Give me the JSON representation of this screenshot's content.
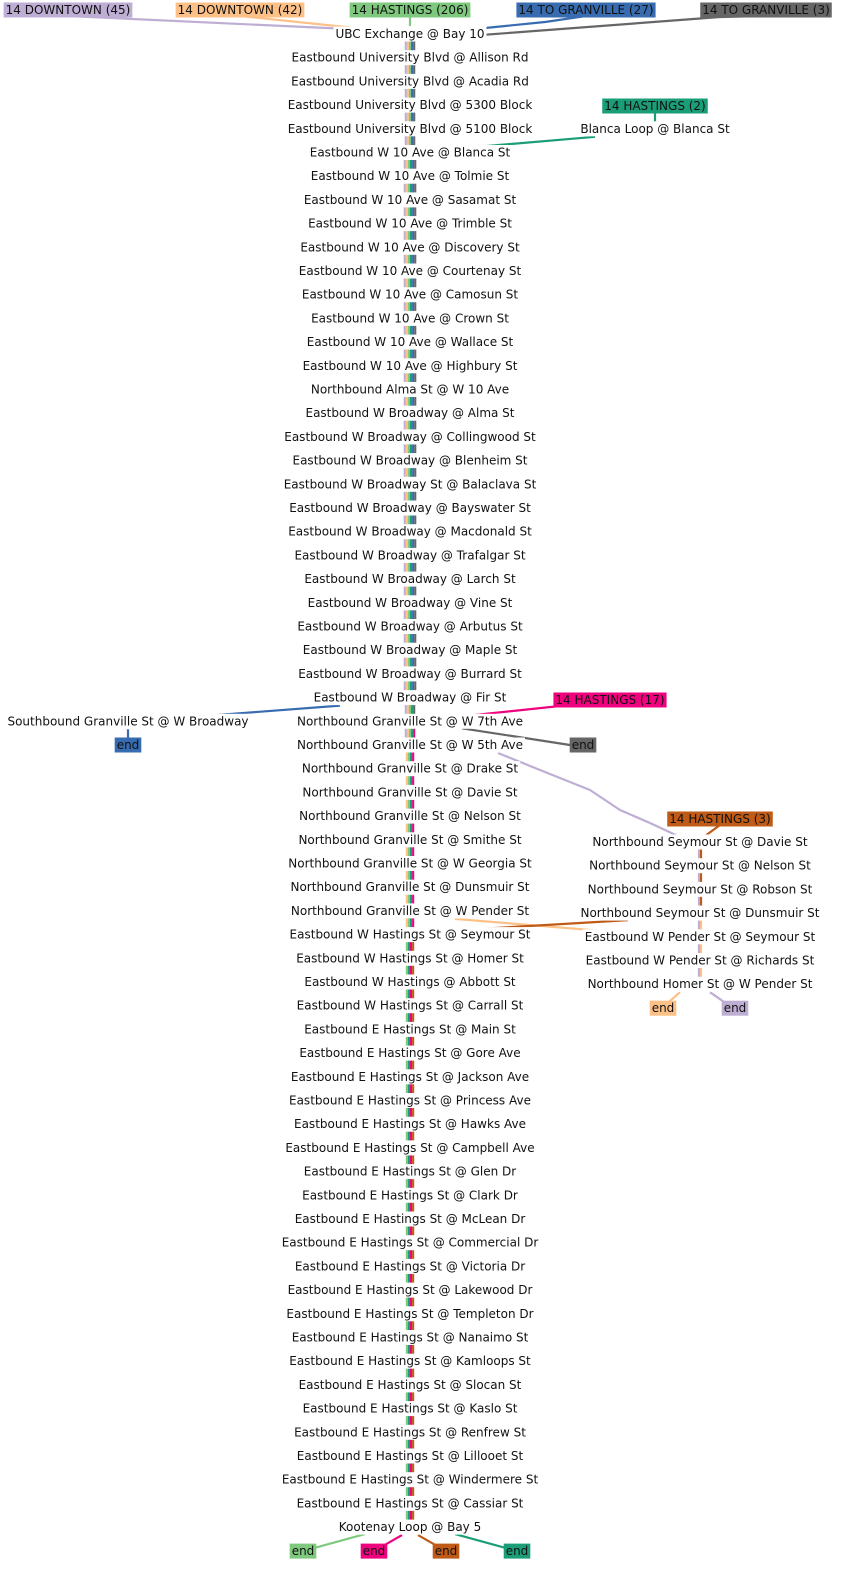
{
  "colors": {
    "DT45": "#beaed4",
    "DT42": "#fdc086",
    "H206": "#7fc97f",
    "G27": "#386cb0",
    "G3": "#666666",
    "H2": "#1b9e77",
    "H17": "#f0027f",
    "H3": "#bf5b17"
  },
  "routes": [
    {
      "id": "DT45",
      "label": "14 DOWNTOWN (45)"
    },
    {
      "id": "DT42",
      "label": "14 DOWNTOWN (42)"
    },
    {
      "id": "H206",
      "label": "14 HASTINGS (206)"
    },
    {
      "id": "G27",
      "label": "14 TO GRANVILLE (27)"
    },
    {
      "id": "G3",
      "label": "14 TO GRANVILLE (3)"
    },
    {
      "id": "H2",
      "label": "14 HASTINGS (2)"
    },
    {
      "id": "H17",
      "label": "14 HASTINGS (17)"
    },
    {
      "id": "H3",
      "label": "14 HASTINGS (3)"
    }
  ],
  "main_stops": [
    "UBC Exchange @ Bay 10",
    "Eastbound University Blvd @ Allison Rd",
    "Eastbound University Blvd @ Acadia Rd",
    "Eastbound University Blvd @ 5300 Block",
    "Eastbound University Blvd @ 5100 Block",
    "Eastbound W 10 Ave @ Blanca St",
    "Eastbound W 10 Ave @ Tolmie St",
    "Eastbound W 10 Ave @ Sasamat St",
    "Eastbound W 10 Ave @ Trimble St",
    "Eastbound W 10 Ave @ Discovery St",
    "Eastbound W 10 Ave @ Courtenay St",
    "Eastbound W 10 Ave @ Camosun St",
    "Eastbound W 10 Ave @ Crown St",
    "Eastbound W 10 Ave @ Wallace St",
    "Eastbound W 10 Ave @ Highbury St",
    "Northbound Alma St @ W 10 Ave",
    "Eastbound W Broadway @ Alma St",
    "Eastbound W Broadway @ Collingwood St",
    "Eastbound W Broadway @ Blenheim St",
    "Eastbound W Broadway St @ Balaclava St",
    "Eastbound W Broadway @ Bayswater St",
    "Eastbound W Broadway @ Macdonald St",
    "Eastbound W Broadway @ Trafalgar St",
    "Eastbound W Broadway @ Larch St",
    "Eastbound W Broadway @ Vine St",
    "Eastbound W Broadway @ Arbutus St",
    "Eastbound W Broadway @ Maple St",
    "Eastbound W Broadway @ Burrard St",
    "Eastbound W Broadway @ Fir St",
    "Northbound Granville St @ W 7th Ave",
    "Northbound Granville St @ W 5th Ave",
    "Northbound Granville St @ Drake St",
    "Northbound Granville St @ Davie St",
    "Northbound Granville St @ Nelson St",
    "Northbound Granville St @ Smithe St",
    "Northbound Granville St @ W Georgia St",
    "Northbound Granville St @ Dunsmuir St",
    "Northbound Granville St @ W Pender St",
    "Eastbound W Hastings St @ Seymour St",
    "Eastbound W Hastings St @ Homer St",
    "Eastbound W Hastings @ Abbott St",
    "Eastbound W Hastings St @ Carrall St",
    "Eastbound E Hastings St @ Main St",
    "Eastbound E Hastings St @ Gore Ave",
    "Eastbound E Hastings St @ Jackson Ave",
    "Eastbound E Hastings St @ Princess Ave",
    "Eastbound E Hastings St @ Hawks Ave",
    "Eastbound E Hastings St @ Campbell Ave",
    "Eastbound E Hastings St @ Glen Dr",
    "Eastbound E Hastings St @ Clark Dr",
    "Eastbound E Hastings St @ McLean Dr",
    "Eastbound E Hastings St @ Commercial Dr",
    "Eastbound E Hastings St @ Victoria Dr",
    "Eastbound E Hastings St @ Lakewood Dr",
    "Eastbound E Hastings St @ Templeton Dr",
    "Eastbound E Hastings St @ Nanaimo St",
    "Eastbound E Hastings St @ Kamloops St",
    "Eastbound E Hastings St @ Slocan St",
    "Eastbound E Hastings St @ Kaslo St",
    "Eastbound E Hastings St @ Renfrew St",
    "Eastbound E Hastings St @ Lillooet St",
    "Eastbound E Hastings St @ Windermere St",
    "Eastbound E Hastings St @ Cassiar St",
    "Kootenay Loop @ Bay 5"
  ],
  "branch_stops": {
    "blanca_loop": "Blanca Loop @ Blanca St",
    "granville_broadway": "Southbound Granville St @ W Broadway",
    "seymour": [
      "Northbound Seymour St @ Davie St",
      "Northbound Seymour St @ Nelson St",
      "Northbound Seymour St @ Robson St",
      "Northbound Seymour St @ Dunsmuir St",
      "Eastbound W Pender St @ Seymour St",
      "Eastbound W Pender St @ Richards St",
      "Northbound Homer St @ W Pender St"
    ]
  },
  "end_label": "end"
}
